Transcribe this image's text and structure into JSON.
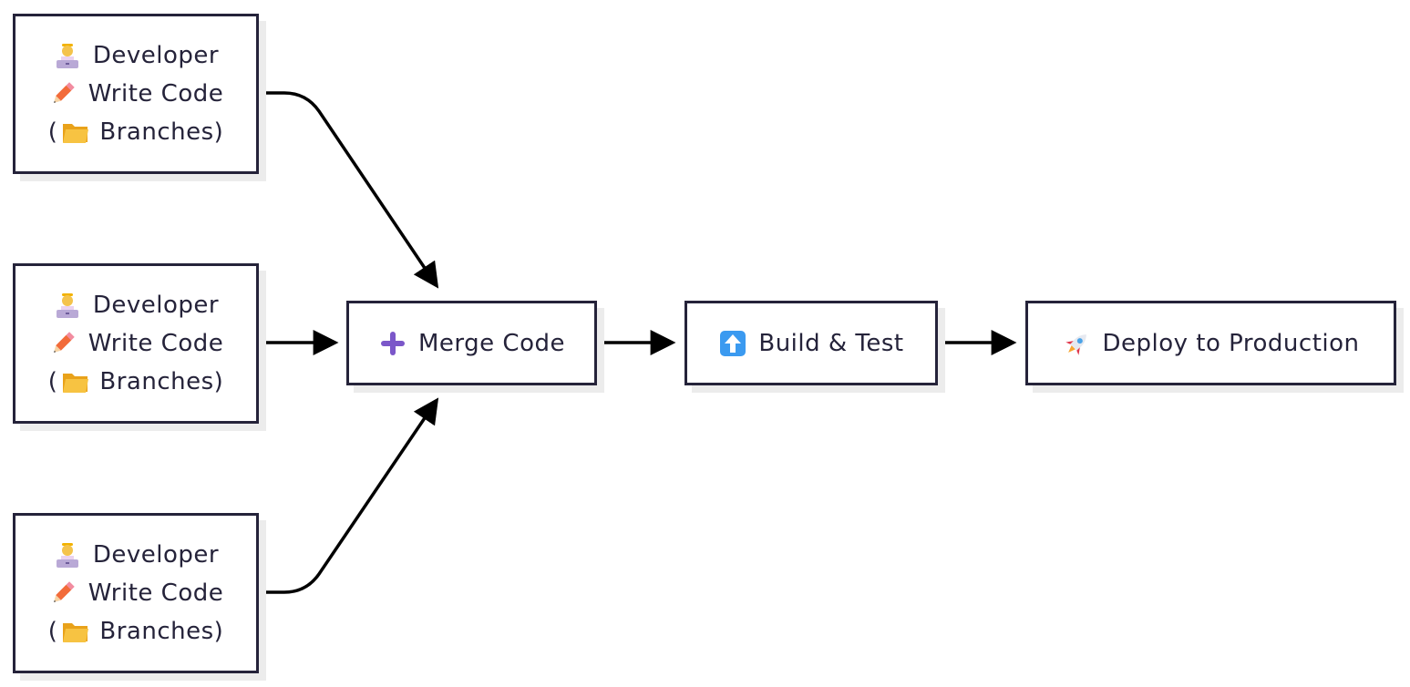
{
  "nodes": {
    "developer_1": {
      "line1": "Developer",
      "line2": "Write Code",
      "line3_open": "(",
      "line3_text": "Branches)"
    },
    "developer_2": {
      "line1": "Developer",
      "line2": "Write Code",
      "line3_open": "(",
      "line3_text": "Branches)"
    },
    "developer_3": {
      "line1": "Developer",
      "line2": "Write Code",
      "line3_open": "(",
      "line3_text": "Branches)"
    },
    "merge": {
      "label": "Merge Code",
      "icon": "plus-icon"
    },
    "build": {
      "label": "Build & Test",
      "icon": "up-arrow-icon"
    },
    "deploy": {
      "label": "Deploy to Production",
      "icon": "rocket-icon"
    }
  },
  "icons": {
    "developer": "technologist-icon",
    "write_code": "pencil-icon",
    "branches": "folder-icon"
  },
  "colors": {
    "border": "#25233a",
    "text": "#25233a",
    "shadow": "#ececec",
    "edge": "#000000",
    "plus": "#7b57c9",
    "up_arrow_bg": "#3b9af0",
    "folder": "#f7b82d",
    "pencil": "#f26b3a"
  }
}
